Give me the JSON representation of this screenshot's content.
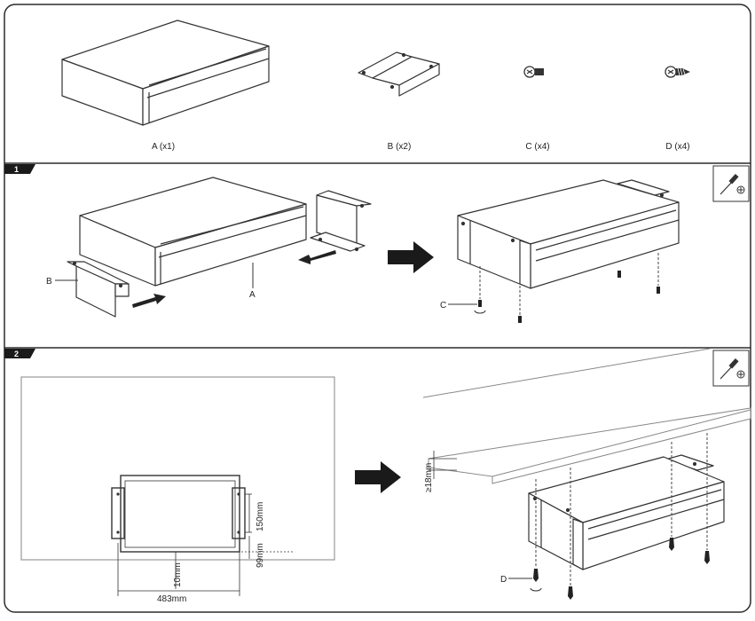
{
  "parts": [
    {
      "label": "A (x1)"
    },
    {
      "label": "B (x2)"
    },
    {
      "label": "C (x4)"
    },
    {
      "label": "D (x4)"
    }
  ],
  "steps": [
    {
      "number": "1",
      "callouts": {
        "bracket": "B",
        "case": "A",
        "screw": "C"
      },
      "tool_icon": "screwdriver-phillips-icon"
    },
    {
      "number": "2",
      "callouts": {
        "screw": "D"
      },
      "tool_icon": "screwdriver-phillips-icon"
    }
  ],
  "dimensions": {
    "width": "483mm",
    "height": "150mm",
    "inset_bottom": "10mm",
    "inset_side": "99mm",
    "thickness": "≥18mm"
  },
  "colors": {
    "frame": "#2b2b2b",
    "line": "#333333",
    "light_line": "#888888",
    "badge": "#1a1a1a"
  }
}
